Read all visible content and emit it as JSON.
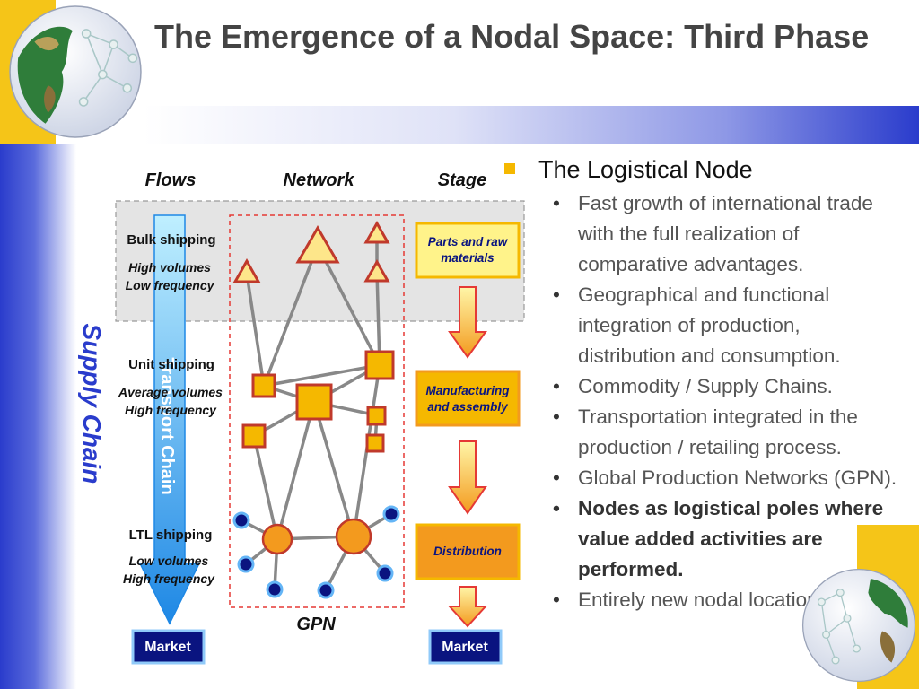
{
  "title": "The Emergence of a Nodal Space: Third Phase",
  "diagram": {
    "headers": {
      "flows": "Flows",
      "network": "Network",
      "stage": "Stage"
    },
    "flows": [
      {
        "name": "Bulk shipping",
        "line1": "High volumes",
        "line2": "Low frequency"
      },
      {
        "name": "Unit shipping",
        "line1": "Average volumes",
        "line2": "High frequency"
      },
      {
        "name": "LTL shipping",
        "line1": "Low volumes",
        "line2": "High frequency"
      }
    ],
    "transport_chain": "Transport Chain",
    "supply_chain": "Supply Chain",
    "stages": [
      "Parts and raw materials",
      "Manufacturing and assembly",
      "Distribution"
    ],
    "market_label": "Market",
    "gpn_label": "GPN",
    "colors": {
      "triangle": "#fde68a",
      "square": "#f5b800",
      "circle": "#f39a1e",
      "market": "#0a1480",
      "accent_blue": "#2a3ccc",
      "gold": "#f5c518"
    }
  },
  "panel": {
    "heading": "The Logistical Node",
    "bullets": [
      {
        "text": "Fast growth of international trade with the full realization of comparative advantages.",
        "bold": false
      },
      {
        "text": "Geographical and functional integration of production, distribution and consumption.",
        "bold": false
      },
      {
        "text": "Commodity / Supply Chains.",
        "bold": false
      },
      {
        "text": "Transportation integrated in the production / retailing process.",
        "bold": false
      },
      {
        "text": "Global Production Networks (GPN).",
        "bold": false
      },
      {
        "text": "Nodes as logistical poles where value added activities are performed.",
        "bold": true
      },
      {
        "text": "Entirely new nodal locations.",
        "bold": false
      }
    ]
  }
}
